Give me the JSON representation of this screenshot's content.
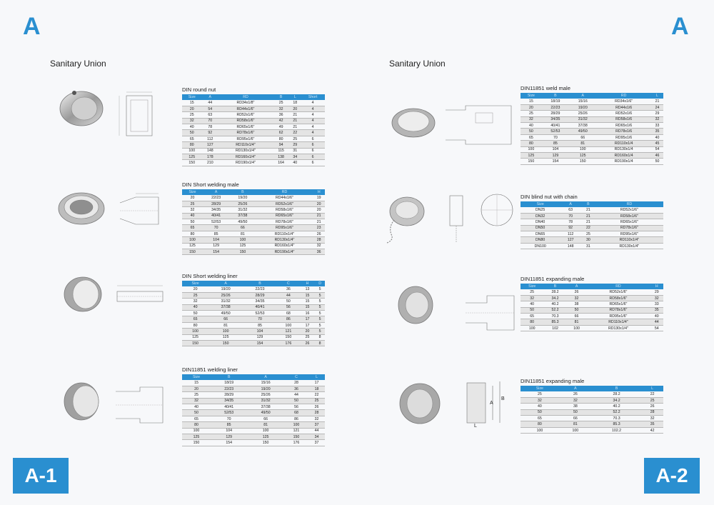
{
  "pages": {
    "left": {
      "corner_letter": "A",
      "title": "Sanitary Union",
      "page_label": "A-1",
      "blocks": [
        {
          "title": "DIN round nut",
          "headers": [
            "Size",
            "A",
            "RD",
            "B",
            "L",
            "Short"
          ],
          "rows": [
            [
              "15",
              "44",
              "RD34x1/8\"",
              "25",
              "18",
              "4"
            ],
            [
              "20",
              "54",
              "RD44x1/6\"",
              "32",
              "20",
              "4"
            ],
            [
              "25",
              "63",
              "RD52x1/6\"",
              "36",
              "21",
              "4"
            ],
            [
              "32",
              "70",
              "RD58x1/6\"",
              "42",
              "21",
              "4"
            ],
            [
              "40",
              "78",
              "RD65x1/6\"",
              "49",
              "21",
              "4"
            ],
            [
              "50",
              "92",
              "RD78x1/6\"",
              "62",
              "22",
              "4"
            ],
            [
              "65",
              "112",
              "RD95x1/6\"",
              "80",
              "25",
              "6"
            ],
            [
              "80",
              "127",
              "RD110x1/4\"",
              "94",
              "29",
              "6"
            ],
            [
              "100",
              "148",
              "RD130x1/4\"",
              "115",
              "31",
              "6"
            ],
            [
              "125",
              "178",
              "RD160x1/4\"",
              "138",
              "34",
              "6"
            ],
            [
              "150",
              "210",
              "RD190x1/4\"",
              "164",
              "40",
              "6"
            ]
          ]
        },
        {
          "title": "DIN Short welding male",
          "headers": [
            "Size",
            "A",
            "B",
            "RD",
            "H"
          ],
          "rows": [
            [
              "20",
              "22/23",
              "19/20",
              "RD44x1/6\"",
              "19"
            ],
            [
              "25",
              "28/29",
              "25/26",
              "RD52x1/6\"",
              "20"
            ],
            [
              "32",
              "34/35",
              "31/32",
              "RD58x1/6\"",
              "20"
            ],
            [
              "40",
              "40/41",
              "37/38",
              "RD65x1/6\"",
              "21"
            ],
            [
              "50",
              "52/53",
              "49/50",
              "RD78x1/6\"",
              "21"
            ],
            [
              "65",
              "70",
              "66",
              "RD95x1/6\"",
              "23"
            ],
            [
              "80",
              "85",
              "81",
              "RD110x1/4\"",
              "26"
            ],
            [
              "100",
              "104",
              "100",
              "RD130x1/4\"",
              "28"
            ],
            [
              "125",
              "129",
              "125",
              "RD160x1/4\"",
              "32"
            ],
            [
              "150",
              "154",
              "150",
              "RD190x1/4\"",
              "36"
            ]
          ]
        },
        {
          "title": "DIN Short welding liner",
          "headers": [
            "Size",
            "A",
            "B",
            "C",
            "H",
            "D"
          ],
          "rows": [
            [
              "20",
              "19/20",
              "22/23",
              "36",
              "13",
              "5"
            ],
            [
              "25",
              "25/26",
              "28/29",
              "44",
              "15",
              "5"
            ],
            [
              "32",
              "31/32",
              "34/35",
              "50",
              "15",
              "5"
            ],
            [
              "40",
              "37/38",
              "40/41",
              "56",
              "15",
              "5"
            ],
            [
              "50",
              "49/50",
              "52/53",
              "68",
              "16",
              "5"
            ],
            [
              "65",
              "66",
              "70",
              "86",
              "17",
              "5"
            ],
            [
              "80",
              "81",
              "85",
              "100",
              "17",
              "5"
            ],
            [
              "100",
              "100",
              "104",
              "121",
              "20",
              "5"
            ],
            [
              "125",
              "125",
              "129",
              "150",
              "25",
              "8"
            ],
            [
              "150",
              "150",
              "154",
              "176",
              "26",
              "8"
            ]
          ]
        },
        {
          "title": "DIN11851 welding liner",
          "headers": [
            "Size",
            "B",
            "A",
            "C",
            "L"
          ],
          "rows": [
            [
              "15",
              "18/19",
              "15/16",
              "28",
              "17"
            ],
            [
              "20",
              "22/23",
              "19/20",
              "36",
              "18"
            ],
            [
              "25",
              "28/29",
              "25/26",
              "44",
              "22"
            ],
            [
              "32",
              "34/35",
              "31/32",
              "50",
              "25"
            ],
            [
              "40",
              "40/41",
              "37/38",
              "56",
              "26"
            ],
            [
              "50",
              "52/53",
              "49/50",
              "68",
              "28"
            ],
            [
              "65",
              "70",
              "66",
              "86",
              "32"
            ],
            [
              "80",
              "85",
              "81",
              "100",
              "37"
            ],
            [
              "100",
              "104",
              "100",
              "121",
              "44"
            ],
            [
              "125",
              "129",
              "125",
              "150",
              "34"
            ],
            [
              "150",
              "154",
              "150",
              "176",
              "37"
            ]
          ]
        }
      ]
    },
    "right": {
      "corner_letter": "A",
      "title": "Sanitary Union",
      "page_label": "A-2",
      "blocks": [
        {
          "title": "DIN11851 weld male",
          "headers": [
            "Size",
            "B",
            "A",
            "RD",
            "L"
          ],
          "rows": [
            [
              "15",
              "18/19",
              "15/16",
              "RD34x1/6\"",
              "21"
            ],
            [
              "20",
              "22/23",
              "19/20",
              "RD44x1/6",
              "24"
            ],
            [
              "25",
              "28/29",
              "25/26",
              "RD52x1/6",
              "29"
            ],
            [
              "32",
              "34/35",
              "31/32",
              "RD58x1/6",
              "32"
            ],
            [
              "40",
              "40/41",
              "37/38",
              "RD65x1/6",
              "33"
            ],
            [
              "50",
              "52/53",
              "49/50",
              "RD78x1/6",
              "35"
            ],
            [
              "65",
              "70",
              "66",
              "RD95x1/6",
              "40"
            ],
            [
              "80",
              "85",
              "81",
              "RD110x1/4",
              "45"
            ],
            [
              "100",
              "104",
              "100",
              "RD130x1/4",
              "54"
            ],
            [
              "125",
              "129",
              "125",
              "RD160x1/4",
              "46"
            ],
            [
              "150",
              "154",
              "150",
              "RD190x1/4",
              "50"
            ]
          ]
        },
        {
          "title": "DIN blind nut with chain",
          "headers": [
            "Size",
            "A",
            "B",
            "RD"
          ],
          "rows": [
            [
              "DN25",
              "63",
              "21",
              "RD52x1/6\""
            ],
            [
              "DN32",
              "70",
              "21",
              "RD58x1/6\""
            ],
            [
              "DN40",
              "78",
              "21",
              "RD65x1/6\""
            ],
            [
              "DN50",
              "92",
              "22",
              "RD78x1/6\""
            ],
            [
              "DN65",
              "112",
              "25",
              "RD95x1/6\""
            ],
            [
              "DN80",
              "127",
              "30",
              "RD110x1/4\""
            ],
            [
              "DN100",
              "148",
              "31",
              "RD130x1/4\""
            ]
          ]
        },
        {
          "title": "DIN11851 expanding male",
          "headers": [
            "Size",
            "B",
            "A",
            "RD",
            "H"
          ],
          "rows": [
            [
              "25",
              "28.2",
              "26",
              "RD52x1/6\"",
              "29"
            ],
            [
              "32",
              "34.2",
              "32",
              "RD58x1/6\"",
              "32"
            ],
            [
              "40",
              "40.2",
              "38",
              "RD65x1/6\"",
              "33"
            ],
            [
              "50",
              "52.2",
              "50",
              "RD78x1/6\"",
              "35"
            ],
            [
              "65",
              "70.3",
              "66",
              "RD95x1/6\"",
              "40"
            ],
            [
              "80",
              "85.3",
              "81",
              "RD110x1/4\"",
              "44"
            ],
            [
              "100",
              "102",
              "100",
              "RD130x1/4\"",
              "54"
            ]
          ]
        },
        {
          "title": "DIN11851 expanding male",
          "headers": [
            "Size",
            "A",
            "B",
            "L"
          ],
          "rows": [
            [
              "25",
              "26",
              "28.2",
              "22"
            ],
            [
              "32",
              "32",
              "34.2",
              "25"
            ],
            [
              "40",
              "38",
              "40.2",
              "26"
            ],
            [
              "50",
              "50",
              "52.2",
              "28"
            ],
            [
              "65",
              "66",
              "70.3",
              "32"
            ],
            [
              "80",
              "81",
              "85.3",
              "35"
            ],
            [
              "100",
              "100",
              "102.2",
              "42"
            ]
          ]
        }
      ]
    }
  },
  "accent_color": "#2a8fd0",
  "drawing_labels": {
    "a": "A",
    "b": "B",
    "l": "L"
  }
}
